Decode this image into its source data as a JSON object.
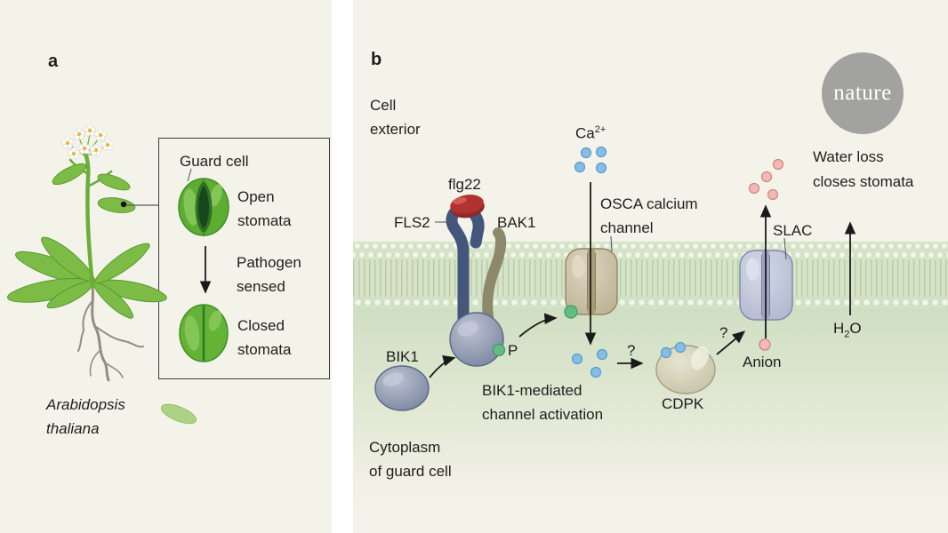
{
  "colors": {
    "background": "#f4f3ea",
    "divider": "#ffffff",
    "membrane_green": "#d7e4ca",
    "cytoplasm_green": "#cfdfc3",
    "text": "#1e1e1e",
    "fls2_blue": "#44567b",
    "bak1_olive": "#8d886b",
    "kinase_blue_gray": "#99a2b8",
    "flg22_red": "#b23131",
    "phosphate_green": "#62bd85",
    "calcium_blue": "#85bde4",
    "anion_pink": "#f5bcb8",
    "osca_tan": "#cdc3a8",
    "slac_lavender": "#c6cbde",
    "cdpk_beige": "#d8d5bf",
    "stomata_green": "#64b236",
    "plant_green": "#7cbb45",
    "nature_gray": "#a2a2a0"
  },
  "panel_a": {
    "label": "a",
    "species": "Arabidopsis\nthaliana",
    "box": {
      "guard_cell": "Guard cell",
      "open": "Open\nstomata",
      "pathogen": "Pathogen\nsensed",
      "closed": "Closed\nstomata"
    }
  },
  "panel_b": {
    "label": "b",
    "cell_exterior": "Cell\nexterior",
    "flg22": "flg22",
    "fls2": "FLS2",
    "bak1": "BAK1",
    "bik1": "BIK1",
    "phosphate": "P",
    "ca_base": "Ca",
    "ca_sup": "2+",
    "osca": "OSCA calcium\nchannel",
    "bik1_mediated": "BIK1-mediated\nchannel activation",
    "question_1": "?",
    "cdpk": "CDPK",
    "question_2": "?",
    "anion": "Anion",
    "slac": "SLAC",
    "h2o_h": "H",
    "h2o_sub": "2",
    "h2o_o": "O",
    "water_loss": "Water loss\ncloses stomata",
    "cytoplasm": "Cytoplasm\nof guard cell",
    "logo": "nature"
  }
}
